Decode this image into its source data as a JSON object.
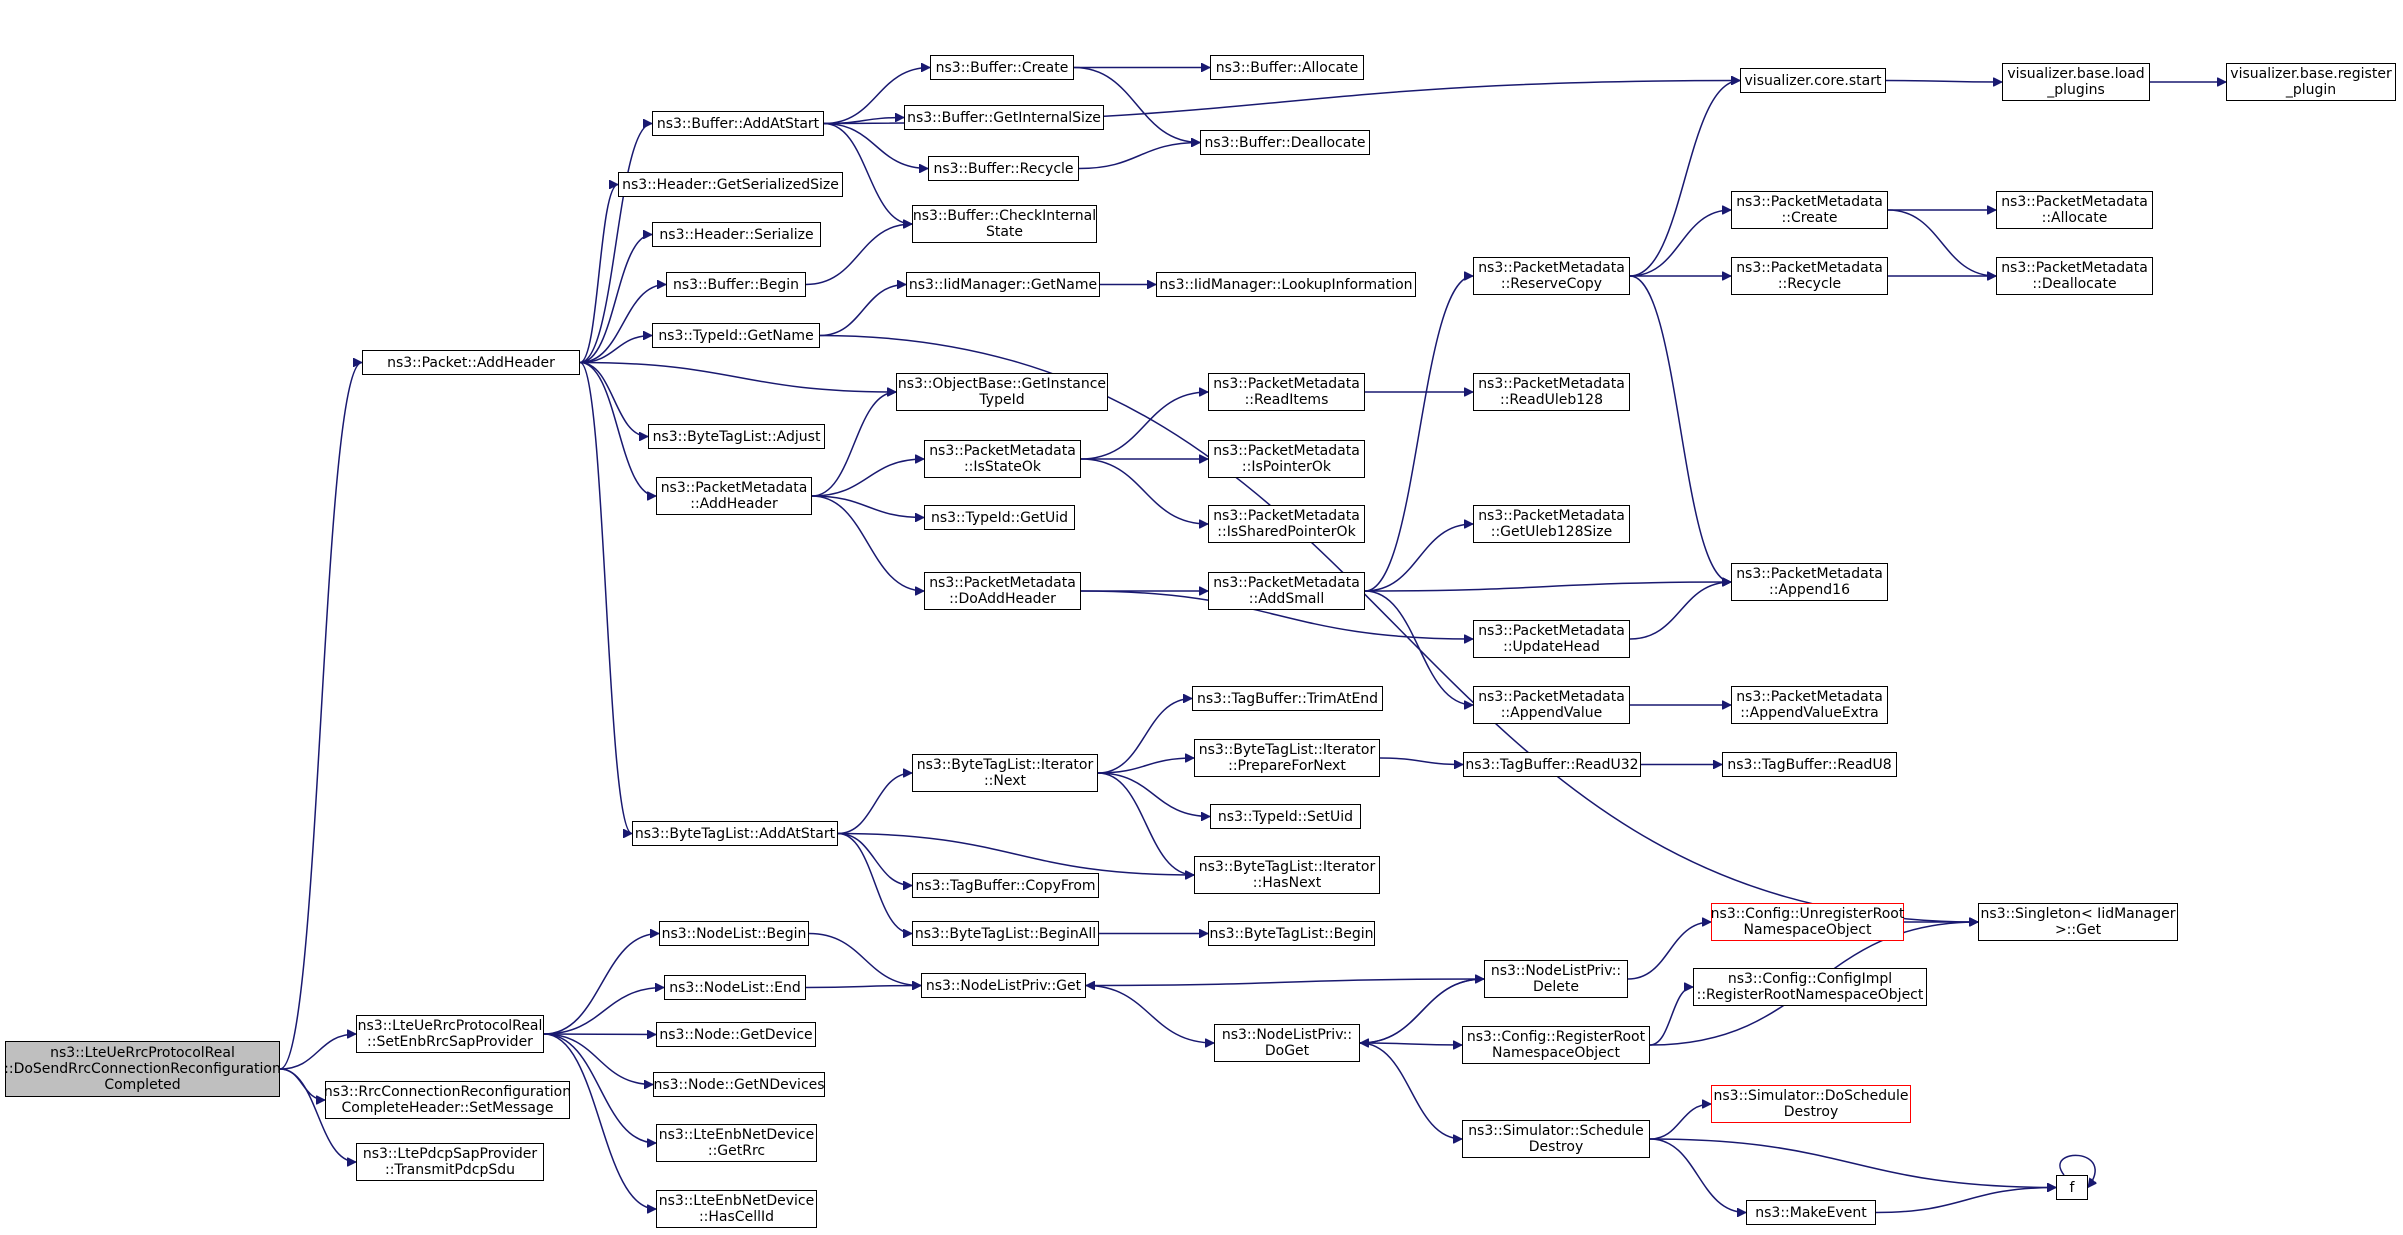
{
  "graph": {
    "nodes": [
      {
        "id": "root",
        "label": "ns3::LteUeRrcProtocolReal\n::DoSendRrcConnectionReconfiguration\nCompleted",
        "highlight": "root"
      },
      {
        "id": "addHeader",
        "label": "ns3::Packet::AddHeader"
      },
      {
        "id": "setEnb",
        "label": "ns3::LteUeRrcProtocolReal\n::SetEnbRrcSapProvider"
      },
      {
        "id": "setMsg",
        "label": "ns3::RrcConnectionReconfiguration\nCompleteHeader::SetMessage"
      },
      {
        "id": "transmit",
        "label": "ns3::LtePdcpSapProvider\n::TransmitPdcpSdu"
      },
      {
        "id": "bufAddAtStart",
        "label": "ns3::Buffer::AddAtStart"
      },
      {
        "id": "hdrSerSize",
        "label": "ns3::Header::GetSerializedSize"
      },
      {
        "id": "hdrSerialize",
        "label": "ns3::Header::Serialize"
      },
      {
        "id": "bufBegin",
        "label": "ns3::Buffer::Begin"
      },
      {
        "id": "typeGetName",
        "label": "ns3::TypeId::GetName"
      },
      {
        "id": "btlAdjust",
        "label": "ns3::ByteTagList::Adjust"
      },
      {
        "id": "pmAddHeader",
        "label": "ns3::PacketMetadata\n::AddHeader"
      },
      {
        "id": "btlAddAtStart",
        "label": "ns3::ByteTagList::AddAtStart"
      },
      {
        "id": "bufCreate",
        "label": "ns3::Buffer::Create"
      },
      {
        "id": "bufGetInternalSize",
        "label": "ns3::Buffer::GetInternalSize"
      },
      {
        "id": "bufRecycle",
        "label": "ns3::Buffer::Recycle"
      },
      {
        "id": "bufCheckInternal",
        "label": "ns3::Buffer::CheckInternal\nState"
      },
      {
        "id": "iidGetName",
        "label": "ns3::IidManager::GetName"
      },
      {
        "id": "obGetInstance",
        "label": "ns3::ObjectBase::GetInstance\nTypeId"
      },
      {
        "id": "pmIsStateOk",
        "label": "ns3::PacketMetadata\n::IsStateOk"
      },
      {
        "id": "typeGetUid",
        "label": "ns3::TypeId::GetUid"
      },
      {
        "id": "pmDoAddHeader",
        "label": "ns3::PacketMetadata\n::DoAddHeader"
      },
      {
        "id": "bufAllocate",
        "label": "ns3::Buffer::Allocate"
      },
      {
        "id": "bufDeallocate",
        "label": "ns3::Buffer::Deallocate"
      },
      {
        "id": "iidLookup",
        "label": "ns3::IidManager::LookupInformation"
      },
      {
        "id": "pmReadItems",
        "label": "ns3::PacketMetadata\n::ReadItems"
      },
      {
        "id": "pmIsPointerOk",
        "label": "ns3::PacketMetadata\n::IsPointerOk"
      },
      {
        "id": "pmIsSharedPointerOk",
        "label": "ns3::PacketMetadata\n::IsSharedPointerOk"
      },
      {
        "id": "pmAddSmall",
        "label": "ns3::PacketMetadata\n::AddSmall"
      },
      {
        "id": "pmReadUleb",
        "label": "ns3::PacketMetadata\n::ReadUleb128"
      },
      {
        "id": "pmGetUlebSize",
        "label": "ns3::PacketMetadata\n::GetUleb128Size"
      },
      {
        "id": "pmUpdateHead",
        "label": "ns3::PacketMetadata\n::UpdateHead"
      },
      {
        "id": "pmAppendValue",
        "label": "ns3::PacketMetadata\n::AppendValue"
      },
      {
        "id": "pmReserveCopy",
        "label": "ns3::PacketMetadata\n::ReserveCopy"
      },
      {
        "id": "vizStart",
        "label": "visualizer.core.start"
      },
      {
        "id": "vizLoad",
        "label": "visualizer.base.load\n_plugins"
      },
      {
        "id": "vizRegister",
        "label": "visualizer.base.register\n_plugin"
      },
      {
        "id": "pmCreate",
        "label": "ns3::PacketMetadata\n::Create"
      },
      {
        "id": "pmRecycle",
        "label": "ns3::PacketMetadata\n::Recycle"
      },
      {
        "id": "pmAllocate",
        "label": "ns3::PacketMetadata\n::Allocate"
      },
      {
        "id": "pmDeallocate",
        "label": "ns3::PacketMetadata\n::Deallocate"
      },
      {
        "id": "pmAppend16",
        "label": "ns3::PacketMetadata\n::Append16"
      },
      {
        "id": "pmAppendValueExtra",
        "label": "ns3::PacketMetadata\n::AppendValueExtra"
      },
      {
        "id": "btlIterNext",
        "label": "ns3::ByteTagList::Iterator\n::Next"
      },
      {
        "id": "tbCopyFrom",
        "label": "ns3::TagBuffer::CopyFrom"
      },
      {
        "id": "btlBeginAll",
        "label": "ns3::ByteTagList::BeginAll"
      },
      {
        "id": "tbTrimAtEnd",
        "label": "ns3::TagBuffer::TrimAtEnd"
      },
      {
        "id": "btlIterPrepare",
        "label": "ns3::ByteTagList::Iterator\n::PrepareForNext"
      },
      {
        "id": "typeSetUid",
        "label": "ns3::TypeId::SetUid"
      },
      {
        "id": "btlIterHasNext",
        "label": "ns3::ByteTagList::Iterator\n::HasNext"
      },
      {
        "id": "btlBegin",
        "label": "ns3::ByteTagList::Begin"
      },
      {
        "id": "tbReadU32",
        "label": "ns3::TagBuffer::ReadU32"
      },
      {
        "id": "tbReadU8",
        "label": "ns3::TagBuffer::ReadU8"
      },
      {
        "id": "nlBegin",
        "label": "ns3::NodeList::Begin"
      },
      {
        "id": "nlEnd",
        "label": "ns3::NodeList::End"
      },
      {
        "id": "nodeGetDevice",
        "label": "ns3::Node::GetDevice"
      },
      {
        "id": "nodeGetN",
        "label": "ns3::Node::GetNDevices"
      },
      {
        "id": "enbGetRrc",
        "label": "ns3::LteEnbNetDevice\n::GetRrc"
      },
      {
        "id": "enbHasCellId",
        "label": "ns3::LteEnbNetDevice\n::HasCellId"
      },
      {
        "id": "nlpGet",
        "label": "ns3::NodeListPriv::Get"
      },
      {
        "id": "nlpDoGet",
        "label": "ns3::NodeListPriv::\nDoGet"
      },
      {
        "id": "nlpDelete",
        "label": "ns3::NodeListPriv::\nDelete"
      },
      {
        "id": "cfgUnregister",
        "label": "ns3::Config::UnregisterRoot\nNamespaceObject",
        "highlight": "red"
      },
      {
        "id": "cfgImplRegister",
        "label": "ns3::Config::ConfigImpl\n::RegisterRootNamespaceObject"
      },
      {
        "id": "cfgRegister",
        "label": "ns3::Config::RegisterRoot\nNamespaceObject"
      },
      {
        "id": "simScheduleDestroy",
        "label": "ns3::Simulator::Schedule\nDestroy"
      },
      {
        "id": "simDoScheduleDestroy",
        "label": "ns3::Simulator::DoSchedule\nDestroy",
        "highlight": "red"
      },
      {
        "id": "makeEvent",
        "label": "ns3::MakeEvent"
      },
      {
        "id": "f",
        "label": "f"
      },
      {
        "id": "singletonGet",
        "label": "ns3::Singleton< IidManager\n>::Get"
      }
    ],
    "edges": [
      [
        "root",
        "addHeader"
      ],
      [
        "root",
        "setEnb"
      ],
      [
        "root",
        "setMsg"
      ],
      [
        "root",
        "transmit"
      ],
      [
        "addHeader",
        "bufAddAtStart"
      ],
      [
        "addHeader",
        "hdrSerSize"
      ],
      [
        "addHeader",
        "hdrSerialize"
      ],
      [
        "addHeader",
        "bufBegin"
      ],
      [
        "addHeader",
        "typeGetName"
      ],
      [
        "addHeader",
        "obGetInstance"
      ],
      [
        "addHeader",
        "btlAdjust"
      ],
      [
        "addHeader",
        "pmAddHeader"
      ],
      [
        "addHeader",
        "btlAddAtStart"
      ],
      [
        "bufAddAtStart",
        "bufCreate"
      ],
      [
        "bufAddAtStart",
        "bufGetInternalSize"
      ],
      [
        "bufAddAtStart",
        "bufRecycle"
      ],
      [
        "bufAddAtStart",
        "bufCheckInternal"
      ],
      [
        "bufAddAtStart",
        "vizStart"
      ],
      [
        "bufCreate",
        "bufAllocate"
      ],
      [
        "bufCreate",
        "bufDeallocate"
      ],
      [
        "bufRecycle",
        "bufDeallocate"
      ],
      [
        "bufBegin",
        "bufCheckInternal"
      ],
      [
        "typeGetName",
        "iidGetName"
      ],
      [
        "typeGetName",
        "singletonGet"
      ],
      [
        "iidGetName",
        "iidLookup"
      ],
      [
        "pmAddHeader",
        "obGetInstance"
      ],
      [
        "pmAddHeader",
        "pmIsStateOk"
      ],
      [
        "pmAddHeader",
        "typeGetUid"
      ],
      [
        "pmAddHeader",
        "pmDoAddHeader"
      ],
      [
        "pmIsStateOk",
        "pmReadItems"
      ],
      [
        "pmIsStateOk",
        "pmIsPointerOk"
      ],
      [
        "pmIsStateOk",
        "pmIsSharedPointerOk"
      ],
      [
        "pmReadItems",
        "pmReadUleb"
      ],
      [
        "pmDoAddHeader",
        "pmAddSmall"
      ],
      [
        "pmDoAddHeader",
        "pmUpdateHead"
      ],
      [
        "pmAddSmall",
        "pmReserveCopy"
      ],
      [
        "pmAddSmall",
        "pmGetUlebSize"
      ],
      [
        "pmAddSmall",
        "pmAppend16"
      ],
      [
        "pmAddSmall",
        "pmAppendValue"
      ],
      [
        "pmUpdateHead",
        "pmAppend16"
      ],
      [
        "pmAppendValue",
        "pmAppendValueExtra"
      ],
      [
        "pmReserveCopy",
        "vizStart"
      ],
      [
        "pmReserveCopy",
        "pmCreate"
      ],
      [
        "pmReserveCopy",
        "pmRecycle"
      ],
      [
        "pmReserveCopy",
        "pmAppend16"
      ],
      [
        "pmCreate",
        "pmAllocate"
      ],
      [
        "pmCreate",
        "pmDeallocate"
      ],
      [
        "pmRecycle",
        "pmDeallocate"
      ],
      [
        "vizStart",
        "vizLoad"
      ],
      [
        "vizLoad",
        "vizRegister"
      ],
      [
        "btlAddAtStart",
        "btlIterNext"
      ],
      [
        "btlAddAtStart",
        "btlIterHasNext"
      ],
      [
        "btlAddAtStart",
        "tbCopyFrom"
      ],
      [
        "btlAddAtStart",
        "btlBeginAll"
      ],
      [
        "btlIterNext",
        "tbTrimAtEnd"
      ],
      [
        "btlIterNext",
        "btlIterPrepare"
      ],
      [
        "btlIterNext",
        "typeSetUid"
      ],
      [
        "btlIterNext",
        "btlIterHasNext"
      ],
      [
        "btlIterPrepare",
        "tbReadU32"
      ],
      [
        "tbReadU32",
        "tbReadU8"
      ],
      [
        "btlBeginAll",
        "btlBegin"
      ],
      [
        "setEnb",
        "nlBegin"
      ],
      [
        "setEnb",
        "nlEnd"
      ],
      [
        "setEnb",
        "nodeGetDevice"
      ],
      [
        "setEnb",
        "nodeGetN"
      ],
      [
        "setEnb",
        "enbGetRrc"
      ],
      [
        "setEnb",
        "enbHasCellId"
      ],
      [
        "nlBegin",
        "nlpGet"
      ],
      [
        "nlEnd",
        "nlpGet"
      ],
      [
        "nlpGet",
        "nlpDoGet"
      ],
      [
        "nlpDoGet",
        "nlpDelete"
      ],
      [
        "nlpDoGet",
        "cfgRegister"
      ],
      [
        "nlpDoGet",
        "simScheduleDestroy"
      ],
      [
        "nlpDelete",
        "nlpGet"
      ],
      [
        "nlpDelete",
        "nlpDoGet"
      ],
      [
        "nlpDelete",
        "cfgUnregister"
      ],
      [
        "cfgUnregister",
        "singletonGet"
      ],
      [
        "cfgRegister",
        "cfgImplRegister"
      ],
      [
        "cfgRegister",
        "singletonGet"
      ],
      [
        "simScheduleDestroy",
        "simDoScheduleDestroy"
      ],
      [
        "simScheduleDestroy",
        "makeEvent"
      ],
      [
        "simScheduleDestroy",
        "f"
      ],
      [
        "makeEvent",
        "f"
      ],
      [
        "f",
        "f"
      ]
    ]
  }
}
